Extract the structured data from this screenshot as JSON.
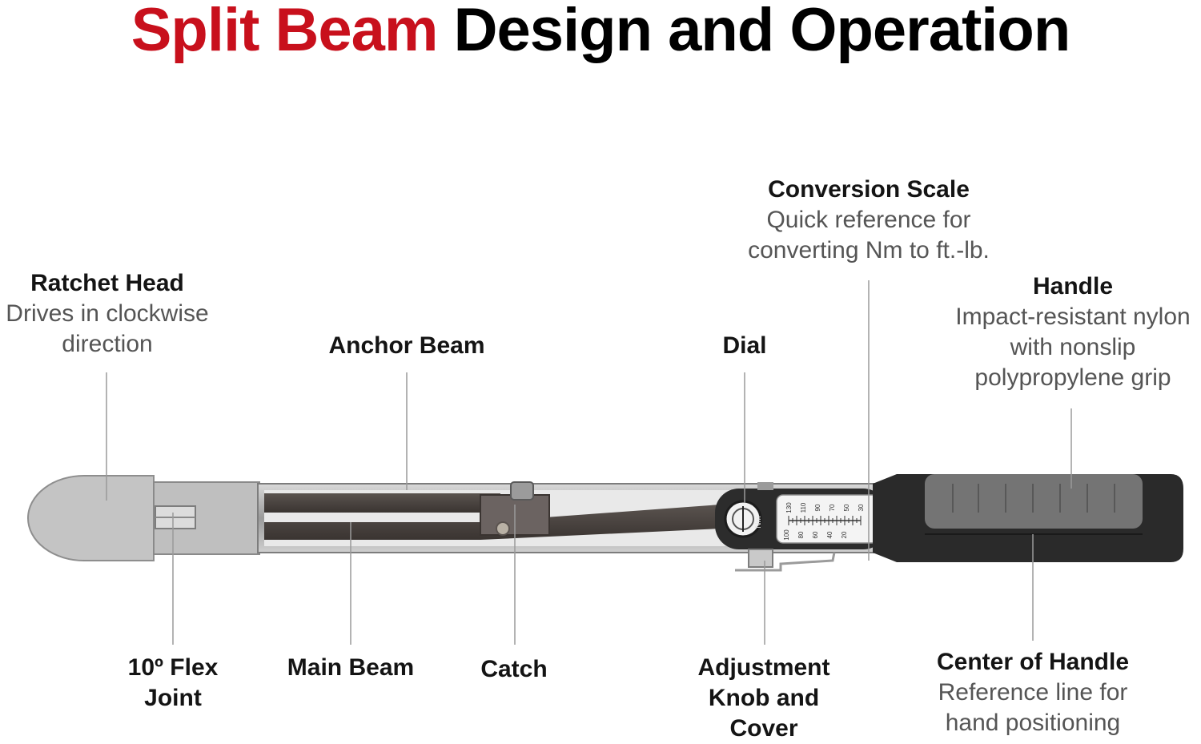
{
  "title": {
    "accent": "Split Beam",
    "rest": "Design and Operation"
  },
  "colors": {
    "accent": "#c8101c",
    "heading": "#141414",
    "description": "#555555"
  },
  "labels": {
    "ratchet_head": {
      "head": "Ratchet Head",
      "desc1": "Drives in clockwise",
      "desc2": "direction"
    },
    "anchor_beam": {
      "head": "Anchor Beam"
    },
    "dial": {
      "head": "Dial"
    },
    "conversion_scale": {
      "head": "Conversion Scale",
      "desc1": "Quick reference for",
      "desc2": "converting Nm to ft.-lb."
    },
    "handle": {
      "head": "Handle",
      "desc1": "Impact-resistant nylon",
      "desc2": "with nonslip",
      "desc3": "polypropylene grip"
    },
    "flex_joint": {
      "line1": "10º Flex",
      "line2": "Joint"
    },
    "main_beam": {
      "head": "Main Beam"
    },
    "catch": {
      "head": "Catch"
    },
    "adjustment_knob": {
      "line1": "Adjustment",
      "line2": "Knob and",
      "line3": "Cover"
    },
    "center_of_handle": {
      "head": "Center of Handle",
      "desc1": "Reference line for",
      "desc2": "hand positioning"
    }
  },
  "scale": {
    "nm_label": "Nm",
    "top_numbers": [
      "130",
      "110",
      "90",
      "70",
      "50",
      "30"
    ],
    "bottom_numbers": [
      "100",
      "80",
      "60",
      "40",
      "20"
    ]
  }
}
